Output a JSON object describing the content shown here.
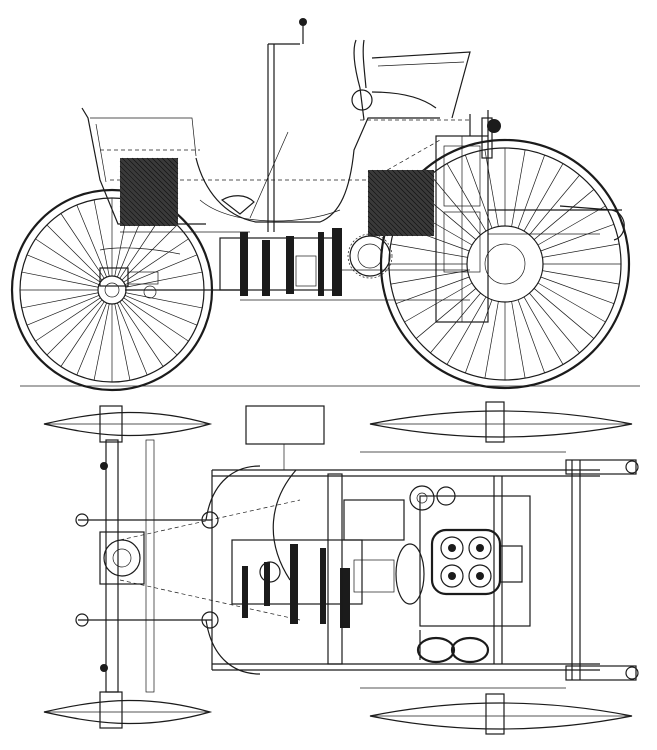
{
  "drawing": {
    "views": [
      "side-elevation",
      "plan-view"
    ],
    "ink_color": "#1b1b1b",
    "paper_color": "#ffffff",
    "side_view": {
      "rear_wheel_spokes": 32,
      "front_wheel_spokes": 36
    }
  }
}
